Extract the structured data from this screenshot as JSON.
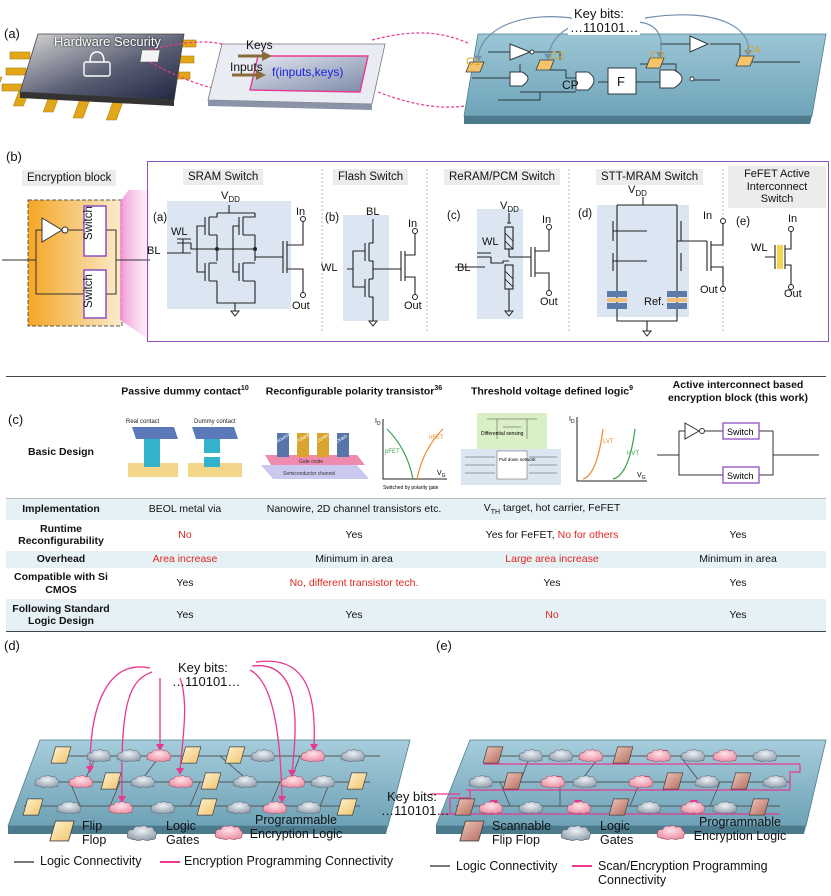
{
  "panel_a": {
    "label": "(a)",
    "chip_title": "Hardware Security",
    "keys_label": "Keys",
    "inputs_label": "Inputs",
    "function_label": "f(inputs,keys)",
    "key_bits_title": "Key bits:",
    "key_bits_value": "…110101…",
    "cells": [
      "C1",
      "C2",
      "C3",
      "C4"
    ],
    "cp_label": "CP",
    "f_block": "F"
  },
  "panel_b": {
    "label": "(b)",
    "encryption_block": "Encryption block",
    "switch_label": "Switch",
    "switches": [
      {
        "title": "SRAM Switch",
        "sub": "(a)",
        "wl": "WL",
        "bl": "BL",
        "vdd": "V",
        "vdd_sub": "DD",
        "in": "In",
        "out": "Out"
      },
      {
        "title": "Flash Switch",
        "sub": "(b)",
        "bl": "BL",
        "wl": "WL",
        "in": "In",
        "out": "Out"
      },
      {
        "title": "ReRAM/PCM Switch",
        "sub": "(c)",
        "vdd": "V",
        "vdd_sub": "DD",
        "wl": "WL",
        "bl": "BL",
        "in": "In",
        "out": "Out"
      },
      {
        "title": "STT-MRAM Switch",
        "sub": "(d)",
        "vdd": "V",
        "vdd_sub": "DD",
        "ref": "Ref.",
        "in": "In",
        "out": "Out"
      },
      {
        "title": "FeFET Active Interconnect Switch",
        "sub": "(e)",
        "wl": "WL",
        "in": "In",
        "out": "Out"
      }
    ]
  },
  "panel_c": {
    "label": "(c)",
    "columns": [
      {
        "text": "",
        "ref": ""
      },
      {
        "text": "Passive dummy contact",
        "ref": "10"
      },
      {
        "text": "Reconfigurable polarity transistor",
        "ref": "36"
      },
      {
        "text": "Threshold voltage defined logic",
        "ref": "9"
      },
      {
        "text": "Active interconnect based encryption block (this work)",
        "ref": ""
      }
    ],
    "basic_design": "Basic Design",
    "design_labels": {
      "real_contact": "Real contact",
      "dummy_contact": "Dummy contact",
      "source": "Source",
      "polarity_gate": "Polarity gate",
      "control_gate": "Control gate",
      "drain": "Drain",
      "gate_oxide": "Gate oxide",
      "semiconductor": "Semiconductor channel",
      "id": "I",
      "id_sub": "D",
      "vg": "V",
      "vg_sub": "G",
      "pfet": "pFET",
      "nfet": "nFET",
      "switched_by": "Switched by polarity gate",
      "diff_sensing": "Differential sensing",
      "pull_down": "Pull down network",
      "lvt": "LVT",
      "hvt": "HVT",
      "switch": "Switch"
    },
    "rows": [
      {
        "header": "Implementation",
        "cells": [
          [
            {
              "t": "BEOL metal via",
              "r": false
            }
          ],
          [
            {
              "t": "Nanowire, 2D channel transistors etc.",
              "r": false
            }
          ],
          [
            {
              "t": "V",
              "r": false,
              "sub": "TH"
            },
            {
              "t": " target, hot carrier, FeFET",
              "r": false
            }
          ],
          [
            {
              "t": "",
              "r": false
            }
          ]
        ]
      },
      {
        "header": "Runtime Reconfigurability",
        "cells": [
          [
            {
              "t": "No",
              "r": true
            }
          ],
          [
            {
              "t": "Yes",
              "r": false
            }
          ],
          [
            {
              "t": "Yes for FeFET, ",
              "r": false
            },
            {
              "t": "No for others",
              "r": true
            }
          ],
          [
            {
              "t": "Yes",
              "r": false
            }
          ]
        ]
      },
      {
        "header": "Overhead",
        "cells": [
          [
            {
              "t": "Area increase",
              "r": true
            }
          ],
          [
            {
              "t": "Minimum in area",
              "r": false
            }
          ],
          [
            {
              "t": "Large area increase",
              "r": true
            }
          ],
          [
            {
              "t": "Minimum in area",
              "r": false
            }
          ]
        ]
      },
      {
        "header": "Compatible with Si CMOS",
        "cells": [
          [
            {
              "t": "Yes",
              "r": false
            }
          ],
          [
            {
              "t": "No, different transistor tech.",
              "r": true
            }
          ],
          [
            {
              "t": "Yes",
              "r": false
            }
          ],
          [
            {
              "t": "Yes",
              "r": false
            }
          ]
        ]
      },
      {
        "header": "Following Standard Logic Design",
        "cells": [
          [
            {
              "t": "Yes",
              "r": false
            }
          ],
          [
            {
              "t": "Yes",
              "r": false
            }
          ],
          [
            {
              "t": "No",
              "r": true
            }
          ],
          [
            {
              "t": "Yes",
              "r": false
            }
          ]
        ]
      }
    ]
  },
  "panel_d": {
    "label": "(d)",
    "key_bits_title": "Key bits:",
    "key_bits_value": "…110101…",
    "legend": {
      "flip_flop": "Flip Flop",
      "logic_gates": "Logic Gates",
      "programmable": "Programmable Encryption Logic",
      "logic_conn": "Logic Connectivity",
      "enc_conn": "Encryption Programming Connectivity"
    }
  },
  "panel_e": {
    "label": "(e)",
    "key_bits_title": "Key bits:",
    "key_bits_value": "…110101…",
    "legend": {
      "scannable": "Scannable Flip Flop",
      "logic_gates": "Logic Gates",
      "programmable": "Programmable Encryption Logic",
      "logic_conn": "Logic Connectivity",
      "scan_conn": "Scan/Encryption Programming Connectivity"
    }
  },
  "colors": {
    "board": "#7fb2c6",
    "board_dark": "#56889c",
    "pink": "#e8388f",
    "purple": "#8d4fc4",
    "orange": "#f5a623",
    "red": "#e3261f",
    "flipflop": "#f7d58a",
    "scan_flipflop": "#c9867a",
    "circuit_bg": "#dce6f2"
  }
}
